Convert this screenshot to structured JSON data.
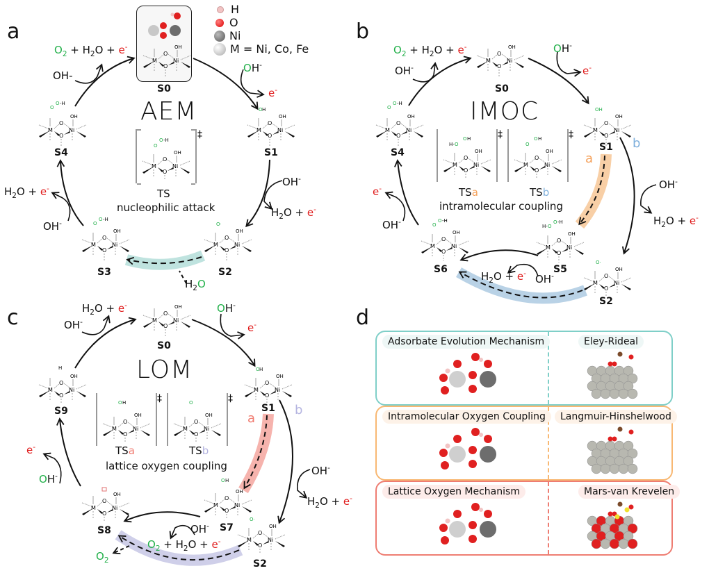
{
  "panels": {
    "a": {
      "letter": "a",
      "title": "AEM",
      "ts_label": "TS",
      "caption": "nucleophilic attack",
      "states": [
        "S0",
        "S1",
        "S2",
        "S3",
        "S4"
      ],
      "legend": [
        {
          "symbol": "H",
          "color": "#f2c4c4"
        },
        {
          "symbol": "O",
          "color": "#e02020"
        },
        {
          "symbol": "Ni",
          "color": "#666666"
        },
        {
          "symbol": "M = Ni, Co, Fe",
          "color": "#bdbdbd"
        }
      ],
      "species": {
        "top_left_products": [
          "O2",
          " + H2O + ",
          "e-"
        ],
        "oh_left": "OH-",
        "oh_s0_s1": "OH-",
        "e_s0_s1": "e-",
        "oh_s1_s2": "OH-",
        "prod_s1_s2": "H2O + e-",
        "water_s2_s3": "H2O",
        "oh_s3_s4": "OH-",
        "prod_s3_s4": "H2O + e-"
      },
      "highlight_color": "#bfe3df"
    },
    "b": {
      "letter": "b",
      "title": "IMOC",
      "ts_labels": [
        "TSa",
        "TSb"
      ],
      "caption": "intramolecular coupling",
      "states": [
        "S0",
        "S1",
        "S2",
        "S4",
        "S5",
        "S6"
      ],
      "path_labels": [
        "a",
        "b"
      ],
      "path_colors": [
        "#f8cfa6",
        "#b9d2e6"
      ],
      "species": {
        "top_left_products": "O2 + H2O + e-",
        "oh_left": "OH-",
        "oh_s0_s1": "OH-",
        "e_s0_s1": "e-",
        "oh_s1_s2": "OH-",
        "prod_s1_s2": "H2O + e-",
        "oh_s5_s6": "OH-",
        "prod_s5_s6": "H2O + e-",
        "oh_s6_s4": "OH-",
        "e_s6_s4": "e-"
      }
    },
    "c": {
      "letter": "c",
      "title": "LOM",
      "ts_labels": [
        "TSa",
        "TSb"
      ],
      "caption": "lattice oxygen coupling",
      "states": [
        "S0",
        "S1",
        "S2",
        "S7",
        "S8",
        "S9"
      ],
      "path_labels": [
        "a",
        "b"
      ],
      "path_colors": [
        "#f6b3ad",
        "#cfcfe9"
      ],
      "species": {
        "top_left_products": "H2O + e-",
        "oh_left": "OH-",
        "oh_s0_s1": "OH-",
        "e_s0_s1": "e-",
        "oh_s1_s2": "OH-",
        "prod_s1_s2": "H2O + e-",
        "oh_s7_s8": "OH-",
        "prod_s7_s8": "O2 + H2O + e-",
        "o2_release": "O2",
        "oh_s8_s9": "OH-",
        "e_s8_s9": "e-"
      }
    },
    "d": {
      "letter": "d",
      "rows": [
        {
          "left": "Adsorbate Evolution Mechanism",
          "right": "Eley-Rideal",
          "border": "#7fcfc8",
          "pill": "#eef7f6"
        },
        {
          "left": "Intramolecular Oxygen Coupling",
          "right": "Langmuir-Hinshelwood",
          "border": "#f8b873",
          "pill": "#fdf2e8"
        },
        {
          "left": "Lattice Oxygen Mechanism",
          "right": "Mars-van Krevelen",
          "border": "#ee7d72",
          "pill": "#fdecea"
        }
      ]
    }
  }
}
